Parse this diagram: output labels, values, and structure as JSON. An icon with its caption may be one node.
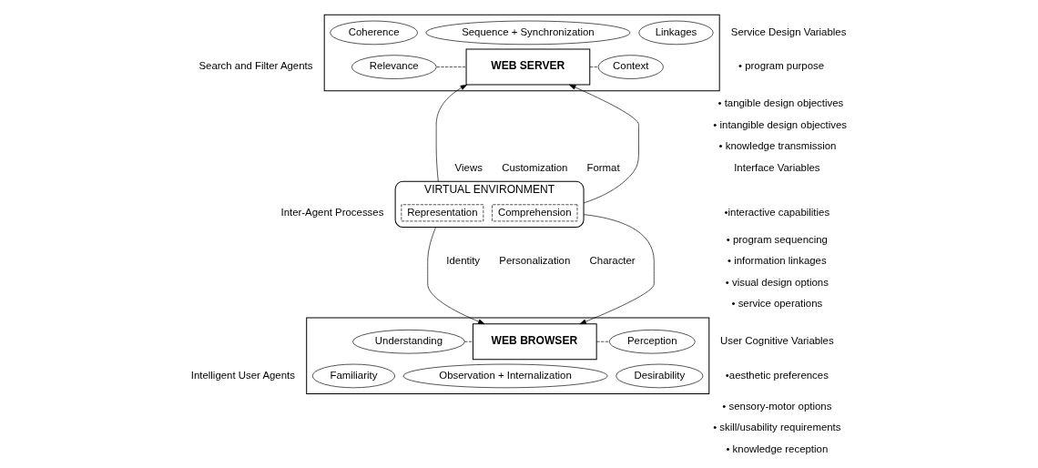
{
  "diagram": {
    "nodes": [
      {
        "text": [],
        "shape": "box"
      },
      {
        "text": [
          "Coherence"
        ],
        "in": 0
      },
      {
        "text": [
          "Sequence + Synchronization"
        ],
        "in": 0
      },
      {
        "text": [
          "Linkages"
        ],
        "in": 0
      },
      {
        "text": [
          "WEB SERVER"
        ],
        "in": 0
      },
      {
        "text": [
          "Relevance"
        ],
        "in": 0
      },
      {
        "text": [
          "Context"
        ],
        "in": 0
      },
      {
        "text": [
          "VIRTUAL ENVIRONMENT"
        ]
      },
      {
        "text": [
          "Comprehension"
        ],
        "in": 7
      },
      {
        "text": [
          "Representation"
        ],
        "in": 7
      },
      {
        "text": [],
        "shape": "box"
      },
      {
        "text": [
          "Understanding"
        ],
        "in": 10
      },
      {
        "text": [
          "WEB BROWSER"
        ],
        "in": 10
      },
      {
        "text": [
          "Perception"
        ],
        "in": 10
      },
      {
        "text": [
          "Familiarity"
        ],
        "in": 10
      },
      {
        "text": [
          "Observation + Internalization"
        ],
        "in": 10
      },
      {
        "text": [
          "Desirability"
        ],
        "in": 10
      }
    ],
    "edges": [
      {
        "from": 5,
        "to": 4,
        "arrow": "none",
        "style": "dashed"
      },
      {
        "from": 4,
        "to": 6,
        "arrow": "none",
        "style": "dashed"
      },
      {
        "from": 7,
        "to": 4,
        "arrow": "to"
      },
      {
        "from": 7,
        "to": 4,
        "arrow": "to"
      },
      {
        "from": 7,
        "to": 12,
        "arrow": "to"
      },
      {
        "from": 7,
        "to": 12,
        "arrow": "to"
      },
      {
        "from": 11,
        "to": 12,
        "arrow": "none",
        "style": "dashed"
      },
      {
        "from": 12,
        "to": 13,
        "arrow": "none",
        "style": "dashed"
      }
    ],
    "labels": [
      "Search and Filter Agents",
      "Inter-Agent Processes",
      "Intelligent User Agents",
      "Views",
      "Customization",
      "Format",
      "Identity",
      "Personalization",
      "Character",
      "Service Design Variables",
      "• program purpose",
      "• tangible design objectives",
      "• intangible design objectives",
      "• knowledge transmission",
      "Interface Variables",
      "•interactive capabilities",
      "• program sequencing",
      "• information linkages",
      "• visual design options",
      "• service operations",
      "User Cognitive Variables",
      "•aesthetic preferences",
      "• sensory-motor options",
      "• skill/usability requirements",
      "• knowledge reception"
    ]
  }
}
